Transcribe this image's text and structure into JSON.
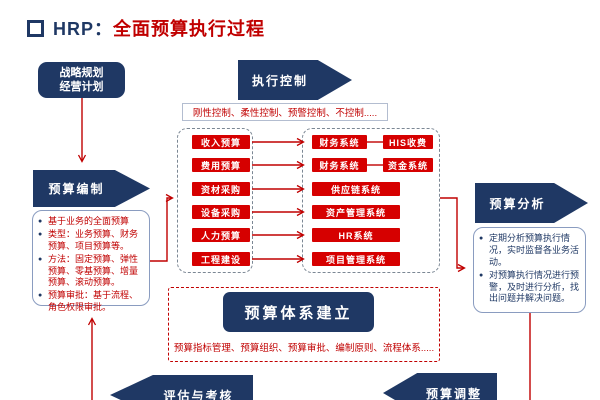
{
  "colors": {
    "navy": "#1f3864",
    "red_text": "#c00000",
    "box_red": "#d60000",
    "note_border": "#8a9cc0",
    "dash_gray": "#7b8794"
  },
  "glyphs": {
    "bullet": "●"
  },
  "title": {
    "navy_part": "HRP：",
    "red_part": "全面预算执行过程"
  },
  "nodes": {
    "strategic_plan": {
      "line1": "战略规划",
      "line2": "经营计划"
    },
    "execution_control": {
      "label": "执行控制"
    },
    "control_modes_note": "刚性控制、柔性控制、预警控制、不控制.....",
    "budget_preparation": {
      "label": "预算编制"
    },
    "preparation_notes": [
      "基于业务的全面预算",
      "类型：业务预算、财务预算、项目预算等。",
      "方法：固定预算、弹性预算、零基预算、增量预算、滚动预算。",
      "预算审批：基于流程、角色权限审批。"
    ],
    "budget_analysis": {
      "label": "预算分析"
    },
    "analysis_notes": [
      "定期分析预算执行情况，实时监督各业务活动。",
      "对预算执行情况进行预警，及时进行分析，找出问题并解决问题。"
    ],
    "budget_system": {
      "label": "预算体系建立",
      "note": "预算指标管理、预算组织、预算审批、编制原则、流程体系....."
    },
    "evaluation": {
      "label": "评估与考核"
    },
    "budget_adjustment": {
      "label": "预算调整"
    }
  },
  "budget_rows": [
    {
      "budget": "收入预算",
      "system": "财务系统",
      "sub": "HIS收费"
    },
    {
      "budget": "费用预算",
      "system": "财务系统",
      "sub": "资金系统"
    },
    {
      "budget": "资材采购",
      "system": "供应链系统"
    },
    {
      "budget": "设备采购",
      "system": "资产管理系统"
    },
    {
      "budget": "人力预算",
      "system": "HR系统"
    },
    {
      "budget": "工程建设",
      "system": "项目管理系统"
    }
  ]
}
